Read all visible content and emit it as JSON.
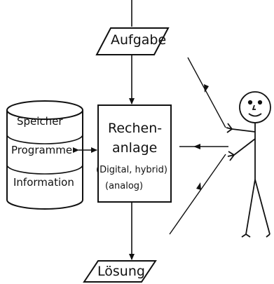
{
  "input_box": {
    "label": "Aufgabe"
  },
  "output_box": {
    "label": "Lösung"
  },
  "computer": {
    "title_line1": "Rechen-",
    "title_line2": "anlage",
    "type_line1": "(Digital, hybrid)",
    "type_line2": "(analog)"
  },
  "storage": {
    "items": [
      "Speicher",
      "Programme",
      "Information"
    ]
  },
  "figure": {
    "kind": "stick-figure"
  },
  "colors": {
    "ink": "#111111",
    "background": "#ffffff"
  }
}
